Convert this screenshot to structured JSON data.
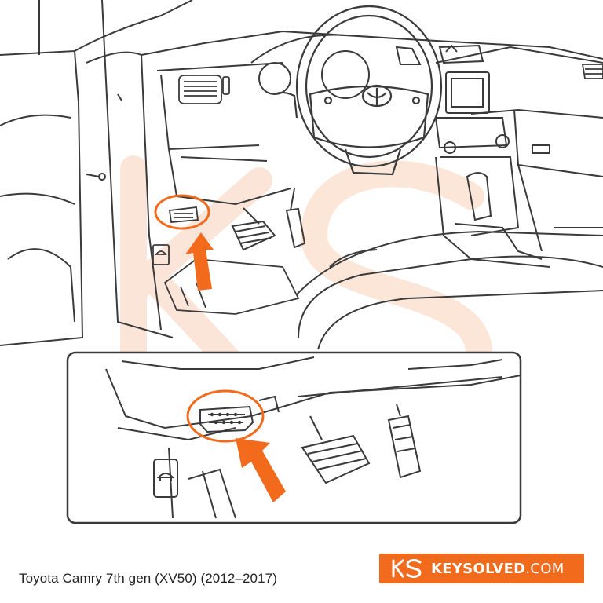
{
  "caption": "Toyota Camry 7th gen (XV50) (2012–2017)",
  "brand": {
    "name": "KEYSOLVED",
    "tld": ".COM",
    "logo_text": "KS"
  },
  "colors": {
    "accent": "#f26b1d",
    "line": "#3a3a3a",
    "watermark": "#fbe3d4",
    "brand_bg": "#f26b1d"
  },
  "icons": {
    "steering_emblem": "toyota-emblem-icon",
    "hood_release": "car-hood-release-icon"
  }
}
